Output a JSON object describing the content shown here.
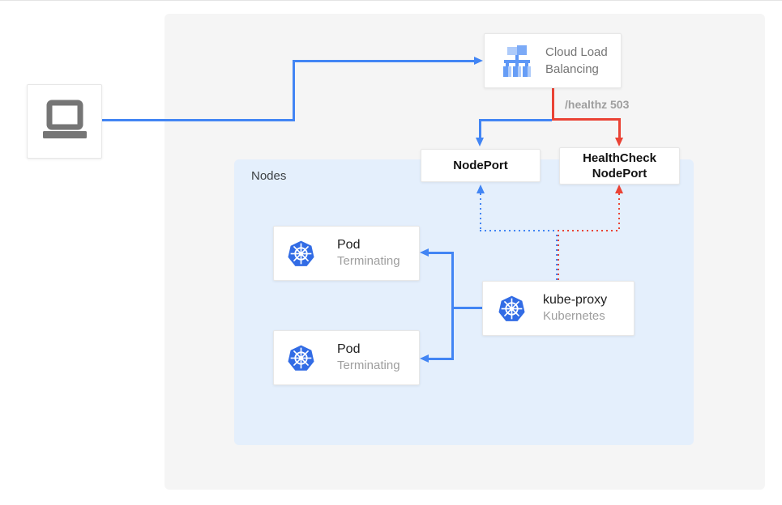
{
  "colors": {
    "traffic_blue": "#4285f4",
    "healthcheck_red": "#ea4335",
    "kubernetes_blue": "#326ce5",
    "panel_bg": "#f5f5f5",
    "nodes_bg": "#e4effc",
    "muted_text": "#9e9e9e"
  },
  "diagram": {
    "nodes_group_label": "Nodes",
    "client": {
      "icon": "laptop-icon"
    },
    "cloud_load_balancing": {
      "icon": "load-balancer-icon",
      "label_line1": "Cloud Load",
      "label_line2": "Balancing"
    },
    "healthz_badge": "/healthz 503",
    "nodeport": {
      "label": "NodePort"
    },
    "healthcheck_nodeport": {
      "label_line1": "HealthCheck",
      "label_line2": "NodePort"
    },
    "pod_1": {
      "icon": "kubernetes-icon",
      "title": "Pod",
      "status": "Terminating"
    },
    "pod_2": {
      "icon": "kubernetes-icon",
      "title": "Pod",
      "status": "Terminating"
    },
    "kube_proxy": {
      "icon": "kubernetes-icon",
      "title": "kube-proxy",
      "subtitle": "Kubernetes"
    }
  }
}
